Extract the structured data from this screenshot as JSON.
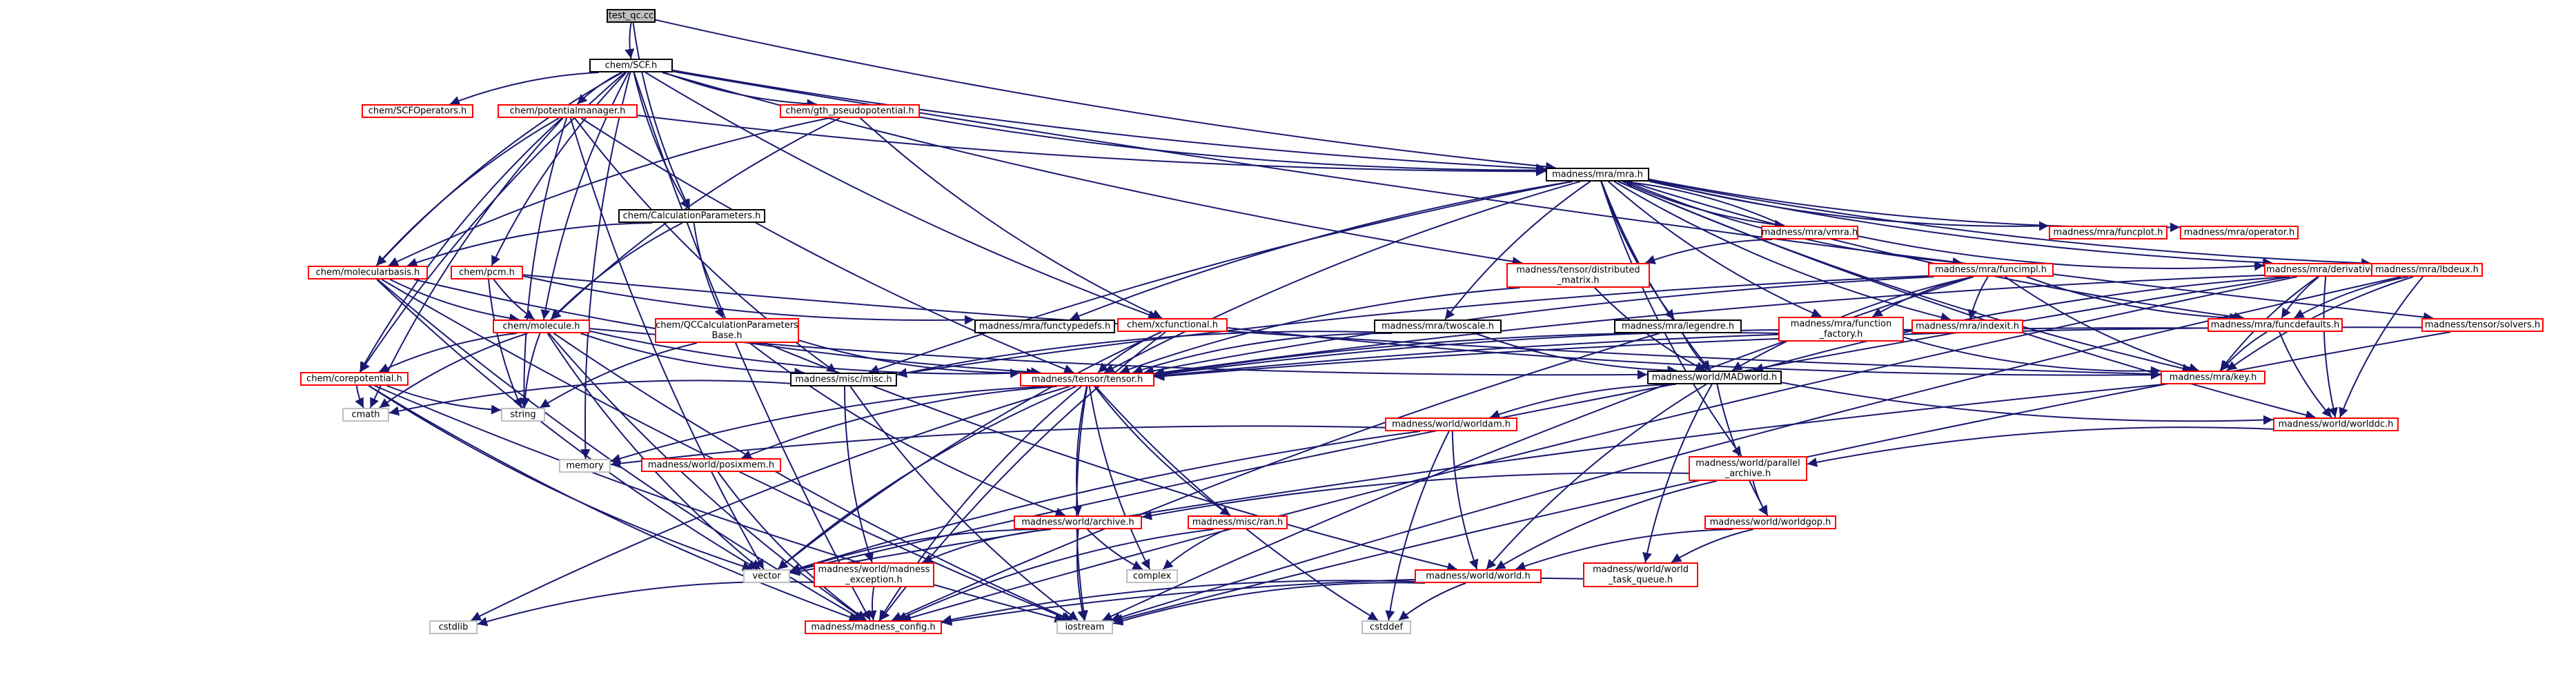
{
  "diagram_type": "include dependency graph",
  "colors": {
    "edge": "#191970",
    "root_fill": "#bfbfbf",
    "node_fill": "#ffffff",
    "red_border": "#ff0000",
    "black_border": "#000000",
    "gray_border": "#bfbfbf",
    "text": "#000000"
  },
  "nodes": [
    {
      "id": "test_qc",
      "lines": [
        "test_qc.cc"
      ],
      "style": "root"
    },
    {
      "id": "scf",
      "lines": [
        "chem/SCF.h"
      ],
      "style": "black"
    },
    {
      "id": "scfops",
      "lines": [
        "chem/SCFOperators.h"
      ],
      "style": "red"
    },
    {
      "id": "potman",
      "lines": [
        "chem/potentialmanager.h"
      ],
      "style": "red"
    },
    {
      "id": "gth",
      "lines": [
        "chem/gth_pseudopotential.h"
      ],
      "style": "red"
    },
    {
      "id": "mra",
      "lines": [
        "madness/mra/mra.h"
      ],
      "style": "black"
    },
    {
      "id": "calcparams",
      "lines": [
        "chem/CalculationParameters.h"
      ],
      "style": "black"
    },
    {
      "id": "molbasis",
      "lines": [
        "chem/molecularbasis.h"
      ],
      "style": "red"
    },
    {
      "id": "pcm",
      "lines": [
        "chem/pcm.h"
      ],
      "style": "red"
    },
    {
      "id": "molecule",
      "lines": [
        "chem/molecule.h"
      ],
      "style": "red"
    },
    {
      "id": "corepot",
      "lines": [
        "chem/corepotential.h"
      ],
      "style": "red"
    },
    {
      "id": "qcparams",
      "lines": [
        "chem/QCCalculationParameters",
        "Base.h"
      ],
      "style": "red"
    },
    {
      "id": "xcfunc",
      "lines": [
        "chem/xcfunctional.h"
      ],
      "style": "red"
    },
    {
      "id": "functypedefs",
      "lines": [
        "madness/mra/functypedefs.h"
      ],
      "style": "black"
    },
    {
      "id": "twoscale",
      "lines": [
        "madness/mra/twoscale.h"
      ],
      "style": "black"
    },
    {
      "id": "legendre",
      "lines": [
        "madness/mra/legendre.h"
      ],
      "style": "black"
    },
    {
      "id": "vmra",
      "lines": [
        "madness/mra/vmra.h"
      ],
      "style": "red"
    },
    {
      "id": "distmatrix",
      "lines": [
        "madness/tensor/distributed",
        "_matrix.h"
      ],
      "style": "red"
    },
    {
      "id": "funcimpl",
      "lines": [
        "madness/mra/funcimpl.h"
      ],
      "style": "red"
    },
    {
      "id": "funcplot",
      "lines": [
        "madness/mra/funcplot.h"
      ],
      "style": "red"
    },
    {
      "id": "operator",
      "lines": [
        "madness/mra/operator.h"
      ],
      "style": "red"
    },
    {
      "id": "derivative",
      "lines": [
        "madness/mra/derivative.h"
      ],
      "style": "red"
    },
    {
      "id": "lbdeux",
      "lines": [
        "madness/mra/lbdeux.h"
      ],
      "style": "red"
    },
    {
      "id": "solvers",
      "lines": [
        "madness/tensor/solvers.h"
      ],
      "style": "red"
    },
    {
      "id": "funcfactory",
      "lines": [
        "madness/mra/function",
        "_factory.h"
      ],
      "style": "red"
    },
    {
      "id": "indexit",
      "lines": [
        "madness/mra/indexit.h"
      ],
      "style": "red"
    },
    {
      "id": "funcdefaults",
      "lines": [
        "madness/mra/funcdefaults.h"
      ],
      "style": "red"
    },
    {
      "id": "mischh",
      "lines": [
        "madness/misc/misc.h"
      ],
      "style": "black"
    },
    {
      "id": "tensor",
      "lines": [
        "madness/tensor/tensor.h"
      ],
      "style": "red"
    },
    {
      "id": "madworld",
      "lines": [
        "madness/world/MADworld.h"
      ],
      "style": "black"
    },
    {
      "id": "key",
      "lines": [
        "madness/mra/key.h"
      ],
      "style": "red"
    },
    {
      "id": "cmath",
      "lines": [
        "cmath"
      ],
      "style": "gray"
    },
    {
      "id": "string",
      "lines": [
        "string"
      ],
      "style": "gray"
    },
    {
      "id": "memory",
      "lines": [
        "memory"
      ],
      "style": "gray"
    },
    {
      "id": "posixmem",
      "lines": [
        "madness/world/posixmem.h"
      ],
      "style": "red"
    },
    {
      "id": "worldam",
      "lines": [
        "madness/world/worldam.h"
      ],
      "style": "red"
    },
    {
      "id": "worlddc",
      "lines": [
        "madness/world/worlddc.h"
      ],
      "style": "red"
    },
    {
      "id": "parallel",
      "lines": [
        "madness/world/parallel",
        "_archive.h"
      ],
      "style": "red"
    },
    {
      "id": "archive",
      "lines": [
        "madness/world/archive.h"
      ],
      "style": "red"
    },
    {
      "id": "ran",
      "lines": [
        "madness/misc/ran.h"
      ],
      "style": "red"
    },
    {
      "id": "worldgop",
      "lines": [
        "madness/world/worldgop.h"
      ],
      "style": "red"
    },
    {
      "id": "vector",
      "lines": [
        "vector"
      ],
      "style": "gray"
    },
    {
      "id": "complex",
      "lines": [
        "complex"
      ],
      "style": "gray"
    },
    {
      "id": "madexc",
      "lines": [
        "madness/world/madness",
        "_exception.h"
      ],
      "style": "red"
    },
    {
      "id": "world",
      "lines": [
        "madness/world/world.h"
      ],
      "style": "red"
    },
    {
      "id": "taskq",
      "lines": [
        "madness/world/world",
        "_task_queue.h"
      ],
      "style": "red"
    },
    {
      "id": "cstdlib",
      "lines": [
        "cstdlib"
      ],
      "style": "gray"
    },
    {
      "id": "config",
      "lines": [
        "madness/madness_config.h"
      ],
      "style": "red"
    },
    {
      "id": "iostream",
      "lines": [
        "iostream"
      ],
      "style": "gray"
    },
    {
      "id": "cstddef",
      "lines": [
        "cstddef"
      ],
      "style": "gray"
    }
  ],
  "edges": [
    [
      "test_qc",
      "scf"
    ],
    [
      "test_qc",
      "mra"
    ],
    [
      "test_qc",
      "calcparams"
    ],
    [
      "scf",
      "scfops"
    ],
    [
      "scf",
      "potman"
    ],
    [
      "scf",
      "gth"
    ],
    [
      "scf",
      "mra"
    ],
    [
      "scf",
      "calcparams"
    ],
    [
      "scf",
      "molbasis"
    ],
    [
      "scf",
      "pcm"
    ],
    [
      "scf",
      "molecule"
    ],
    [
      "scf",
      "corepot"
    ],
    [
      "scf",
      "xcfunc"
    ],
    [
      "scf",
      "distmatrix"
    ],
    [
      "scf",
      "solvers"
    ],
    [
      "scf",
      "memory"
    ],
    [
      "scf",
      "config"
    ],
    [
      "potman",
      "mra"
    ],
    [
      "potman",
      "molbasis"
    ],
    [
      "potman",
      "corepot"
    ],
    [
      "potman",
      "tensor"
    ],
    [
      "potman",
      "cmath"
    ],
    [
      "potman",
      "string"
    ],
    [
      "potman",
      "vector"
    ],
    [
      "potman",
      "mischh"
    ],
    [
      "gth",
      "mra"
    ],
    [
      "gth",
      "molbasis"
    ],
    [
      "gth",
      "molecule"
    ],
    [
      "gth",
      "xcfunc"
    ],
    [
      "calcparams",
      "molbasis"
    ],
    [
      "calcparams",
      "molecule"
    ],
    [
      "calcparams",
      "qcparams"
    ],
    [
      "molbasis",
      "molecule"
    ],
    [
      "molbasis",
      "tensor"
    ],
    [
      "molbasis",
      "vector"
    ],
    [
      "molbasis",
      "iostream"
    ],
    [
      "molbasis",
      "config"
    ],
    [
      "pcm",
      "molecule"
    ],
    [
      "pcm",
      "functypedefs"
    ],
    [
      "pcm",
      "key"
    ],
    [
      "pcm",
      "string"
    ],
    [
      "molecule",
      "corepot"
    ],
    [
      "molecule",
      "tensor"
    ],
    [
      "molecule",
      "mischh"
    ],
    [
      "molecule",
      "cmath"
    ],
    [
      "molecule",
      "string"
    ],
    [
      "molecule",
      "vector"
    ],
    [
      "molecule",
      "iostream"
    ],
    [
      "molecule",
      "config"
    ],
    [
      "molecule",
      "madworld"
    ],
    [
      "corepot",
      "cmath"
    ],
    [
      "corepot",
      "string"
    ],
    [
      "corepot",
      "vector"
    ],
    [
      "corepot",
      "iostream"
    ],
    [
      "corepot",
      "config"
    ],
    [
      "qcparams",
      "tensor"
    ],
    [
      "qcparams",
      "archive"
    ],
    [
      "qcparams",
      "string"
    ],
    [
      "qcparams",
      "world"
    ],
    [
      "xcfunc",
      "tensor"
    ],
    [
      "xcfunc",
      "vector"
    ],
    [
      "xcfunc",
      "config"
    ],
    [
      "xcfunc",
      "key"
    ],
    [
      "mra",
      "functypedefs"
    ],
    [
      "mra",
      "twoscale"
    ],
    [
      "mra",
      "legendre"
    ],
    [
      "mra",
      "vmra"
    ],
    [
      "mra",
      "funcimpl"
    ],
    [
      "mra",
      "funcplot"
    ],
    [
      "mra",
      "operator"
    ],
    [
      "mra",
      "derivative"
    ],
    [
      "mra",
      "lbdeux"
    ],
    [
      "mra",
      "funcfactory"
    ],
    [
      "mra",
      "indexit"
    ],
    [
      "mra",
      "funcdefaults"
    ],
    [
      "mra",
      "tensor"
    ],
    [
      "mra",
      "madworld"
    ],
    [
      "mra",
      "key"
    ],
    [
      "mra",
      "worlddc"
    ],
    [
      "mra",
      "parallel"
    ],
    [
      "mra",
      "mischh"
    ],
    [
      "vmra",
      "mra"
    ],
    [
      "vmra",
      "derivative"
    ],
    [
      "vmra",
      "distmatrix"
    ],
    [
      "distmatrix",
      "tensor"
    ],
    [
      "distmatrix",
      "madworld"
    ],
    [
      "funcimpl",
      "funcfactory"
    ],
    [
      "funcimpl",
      "indexit"
    ],
    [
      "funcimpl",
      "funcdefaults"
    ],
    [
      "funcimpl",
      "tensor"
    ],
    [
      "funcimpl",
      "key"
    ],
    [
      "funcimpl",
      "madworld"
    ],
    [
      "funcimpl",
      "mischh"
    ],
    [
      "funcimpl",
      "iostream"
    ],
    [
      "derivative",
      "funcdefaults"
    ],
    [
      "derivative",
      "tensor"
    ],
    [
      "derivative",
      "key"
    ],
    [
      "derivative",
      "madworld"
    ],
    [
      "derivative",
      "worlddc"
    ],
    [
      "derivative",
      "vector"
    ],
    [
      "derivative",
      "config"
    ],
    [
      "lbdeux",
      "funcdefaults"
    ],
    [
      "lbdeux",
      "key"
    ],
    [
      "lbdeux",
      "worlddc"
    ],
    [
      "lbdeux",
      "iostream"
    ],
    [
      "solvers",
      "tensor"
    ],
    [
      "solvers",
      "iostream"
    ],
    [
      "funcfactory",
      "tensor"
    ],
    [
      "funcfactory",
      "key"
    ],
    [
      "indexit",
      "tensor"
    ],
    [
      "funcdefaults",
      "tensor"
    ],
    [
      "funcdefaults",
      "key"
    ],
    [
      "funcdefaults",
      "worlddc"
    ],
    [
      "twoscale",
      "tensor"
    ],
    [
      "twoscale",
      "madworld"
    ],
    [
      "twoscale",
      "mischh"
    ],
    [
      "legendre",
      "madworld"
    ],
    [
      "legendre",
      "config"
    ],
    [
      "mischh",
      "madexc"
    ],
    [
      "mischh",
      "iostream"
    ],
    [
      "mischh",
      "cmath"
    ],
    [
      "tensor",
      "posixmem"
    ],
    [
      "tensor",
      "archive"
    ],
    [
      "tensor",
      "ran"
    ],
    [
      "tensor",
      "memory"
    ],
    [
      "tensor",
      "vector"
    ],
    [
      "tensor",
      "complex"
    ],
    [
      "tensor",
      "cstdlib"
    ],
    [
      "tensor",
      "config"
    ],
    [
      "tensor",
      "iostream"
    ],
    [
      "tensor",
      "cstddef"
    ],
    [
      "madworld",
      "worldam"
    ],
    [
      "madworld",
      "worlddc"
    ],
    [
      "madworld",
      "worldgop"
    ],
    [
      "madworld",
      "world"
    ],
    [
      "madworld",
      "taskq"
    ],
    [
      "key",
      "vector"
    ],
    [
      "worlddc",
      "parallel"
    ],
    [
      "parallel",
      "archive"
    ],
    [
      "parallel",
      "worldgop"
    ],
    [
      "parallel",
      "world"
    ],
    [
      "worldam",
      "memory"
    ],
    [
      "worldam",
      "vector"
    ],
    [
      "worldam",
      "world"
    ],
    [
      "worldam",
      "cstddef"
    ],
    [
      "archive",
      "vector"
    ],
    [
      "archive",
      "complex"
    ],
    [
      "archive",
      "madexc"
    ],
    [
      "archive",
      "iostream"
    ],
    [
      "ran",
      "complex"
    ],
    [
      "ran",
      "config"
    ],
    [
      "worldgop",
      "world"
    ],
    [
      "worldgop",
      "taskq"
    ],
    [
      "posixmem",
      "config"
    ],
    [
      "madexc",
      "config"
    ],
    [
      "madexc",
      "cstdlib"
    ],
    [
      "world",
      "config"
    ],
    [
      "world",
      "iostream"
    ],
    [
      "world",
      "cstddef"
    ],
    [
      "taskq",
      "config"
    ]
  ]
}
